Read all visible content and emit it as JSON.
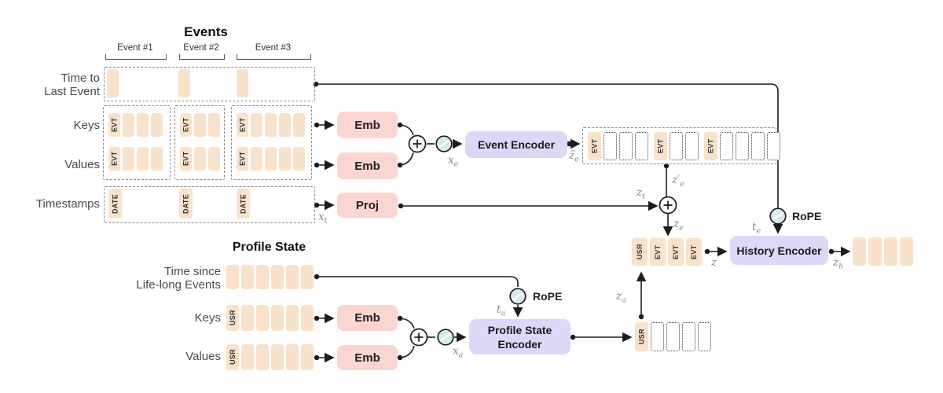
{
  "events": {
    "title": "Events",
    "brackets": [
      "Event #1",
      "Event #2",
      "Event #3"
    ],
    "groups": [
      {
        "keys": [
          "EVT",
          "",
          "",
          ""
        ],
        "values": [
          "EVT",
          "",
          "",
          ""
        ]
      },
      {
        "keys": [
          "EVT",
          "",
          ""
        ],
        "values": [
          "EVT",
          "",
          ""
        ]
      },
      {
        "keys": [
          "EVT",
          "",
          "",
          "",
          ""
        ],
        "values": [
          "EVT",
          "",
          "",
          "",
          ""
        ]
      }
    ],
    "time_to_last_tokens": [
      "",
      "",
      ""
    ],
    "timestamp_tokens": [
      "DATE",
      "DATE",
      "DATE"
    ]
  },
  "rows": {
    "time_to_last": [
      "Time to",
      "Last Event"
    ],
    "keys": "Keys",
    "values": "Values",
    "timestamps": "Timestamps"
  },
  "profile": {
    "title": "Profile State",
    "time_since_label": [
      "Time since",
      "Life-long Events"
    ],
    "keys": "Keys",
    "values": "Values",
    "time_since_tokens": [
      "",
      "",
      "",
      "",
      "",
      ""
    ],
    "keys_tokens": [
      "USR",
      "",
      "",
      "",
      "",
      ""
    ],
    "values_tokens": [
      "USR",
      "",
      "",
      "",
      "",
      ""
    ],
    "output_tokens": [
      "USR",
      "~",
      "~",
      "~",
      "~"
    ]
  },
  "boxes": {
    "emb": "Emb",
    "proj": "Proj",
    "event_encoder": "Event Encoder",
    "profile_encoder_line1": "Profile State",
    "profile_encoder_line2": "Encoder",
    "history_encoder": "History Encoder"
  },
  "event_output_groups": [
    [
      "EVT",
      "~",
      "~",
      "~"
    ],
    [
      "EVT",
      "~",
      "~"
    ],
    [
      "EVT",
      "~",
      "~",
      "~",
      "~"
    ]
  ],
  "history": {
    "input_tokens": [
      "USR",
      "EVT",
      "EVT",
      "EVT"
    ],
    "output_tokens": [
      "",
      "",
      "",
      ""
    ]
  },
  "rope": "RoPE",
  "plus": "+",
  "math": {
    "x_e": "x_e",
    "x_t": "x_t",
    "x_a": "x_a",
    "z_hat_e": "ẑ_e",
    "z_prime_e": "z′_e",
    "z_t": "z_t",
    "z_e": "z_e",
    "z_a": "z_a",
    "z": "z",
    "z_h": "z_h",
    "t_e": "t_e",
    "t_a": "t_a"
  },
  "colors": {
    "token_peach": "#f9e2cb",
    "box_pink": "#fbd6d0",
    "box_purple": "#ded7f8",
    "rope_teal": "#d5ebea",
    "line": "#1c1c1c",
    "label_gray": "#4b4b4b",
    "math_gray": "#888888"
  }
}
